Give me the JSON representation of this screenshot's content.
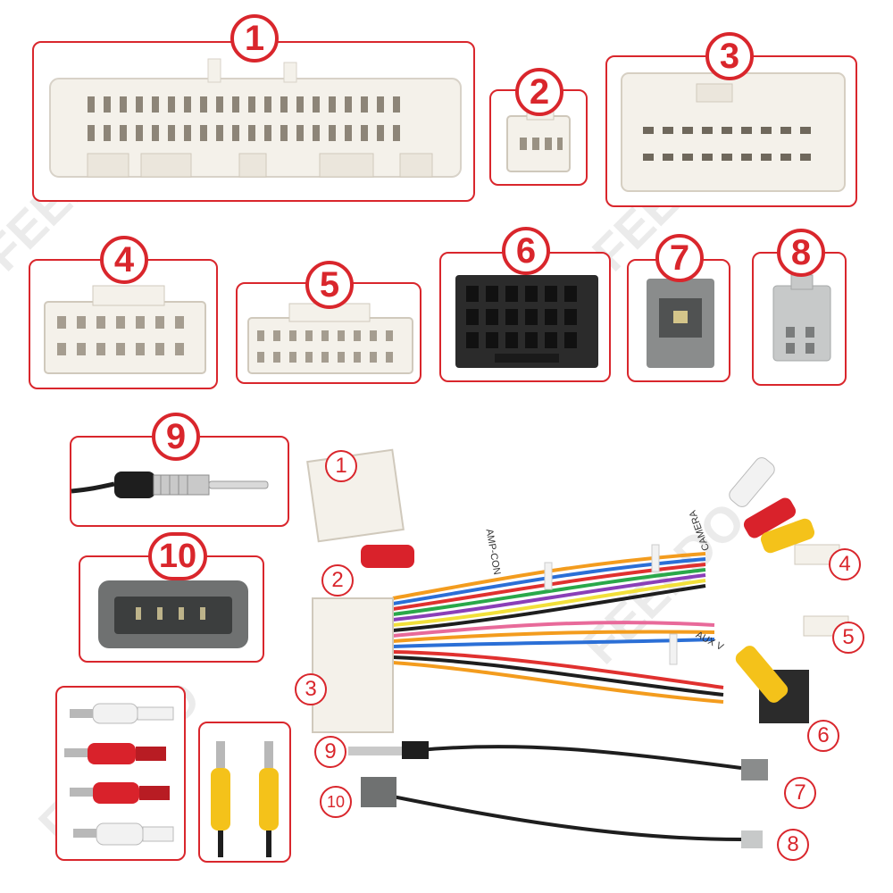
{
  "watermark": "FEELDO",
  "panels": [
    "1",
    "2",
    "3",
    "4",
    "5",
    "6",
    "7",
    "8",
    "9",
    "10"
  ],
  "harness_labels": [
    "1",
    "2",
    "3",
    "4",
    "5",
    "6",
    "7",
    "8",
    "9",
    "10"
  ],
  "cable_text": [
    "AUX V",
    "CAMERA",
    "AMP-CON"
  ],
  "colors": {
    "frame": "#d9262c",
    "connector_white": "#f4f1ea",
    "connector_black": "#2b2b2b",
    "connector_grey": "#8a8c8c",
    "rca_red": "#d9222b",
    "rca_yellow": "#f4c21a",
    "rca_white": "#f2f2f2"
  }
}
